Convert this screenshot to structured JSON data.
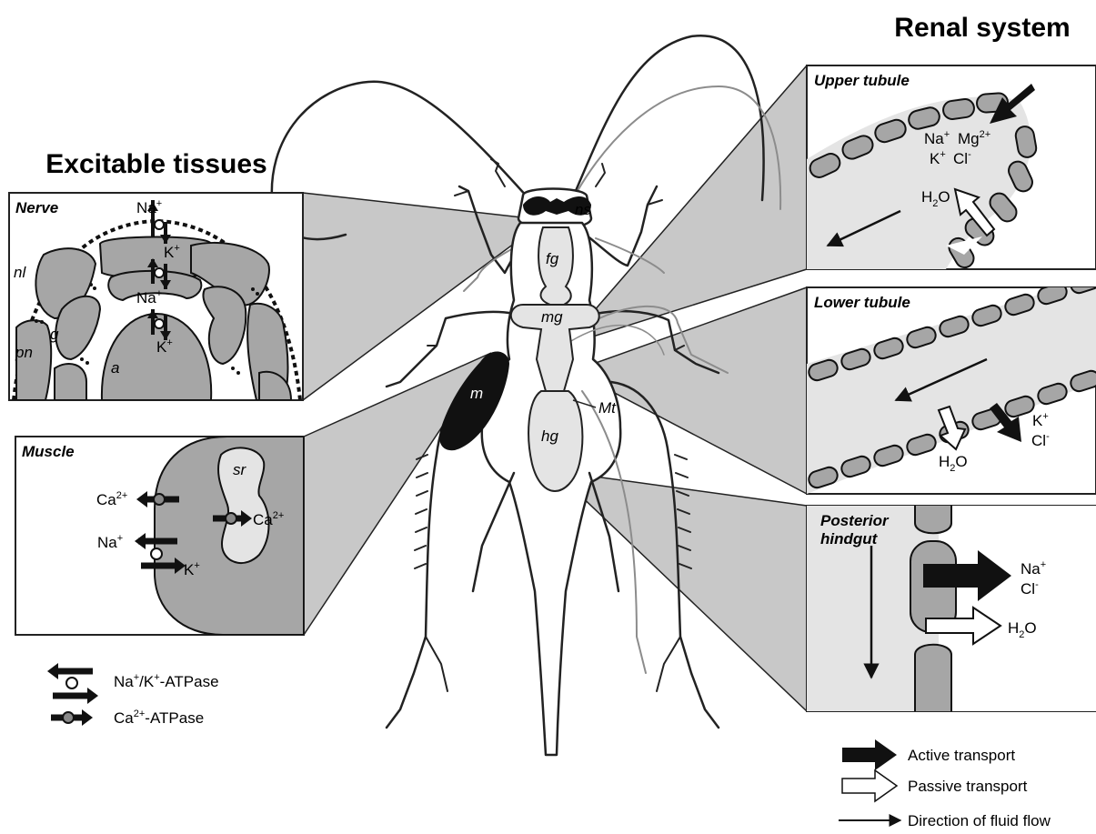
{
  "titles": {
    "excitable": "Excitable tissues",
    "renal": "Renal system"
  },
  "panels": {
    "nerve": {
      "title": "Nerve",
      "labels": {
        "nl": "nl",
        "g": "g",
        "pn": "pn",
        "a": "a"
      }
    },
    "muscle": {
      "title": "Muscle",
      "labels": {
        "sr": "sr"
      }
    },
    "upper": {
      "title": "Upper tubule"
    },
    "lower": {
      "title": "Lower tubule"
    },
    "hindgut": {
      "title_line1": "Posterior",
      "title_line2": "hindgut"
    }
  },
  "ions": {
    "na": "Na",
    "k": "K",
    "ca": "Ca",
    "mg": "Mg",
    "cl": "Cl",
    "h2o_h": "H",
    "h2o_o": "O",
    "plus": "+",
    "two_plus": "2+",
    "minus": "-",
    "two": "2"
  },
  "body_labels": {
    "ns": "ns",
    "fg": "fg",
    "mg": "mg",
    "m": "m",
    "hg": "hg",
    "mt": "Mt"
  },
  "legend_left": {
    "na_k_atpase_a": "Na",
    "na_k_atpase_b": "/K",
    "na_k_atpase_c": "-ATPase",
    "ca_atpase_a": "Ca",
    "ca_atpase_b": "-ATPase"
  },
  "legend_right": {
    "active": "Active transport",
    "passive": "Passive transport",
    "flow": "Direction of fluid flow"
  },
  "colors": {
    "panel_fill": "#e4e4e4",
    "cell_fill": "#a6a6a6",
    "muscle_fill": "#a6a6a6",
    "dark": "#111111",
    "cone": "#c8c8c8",
    "cricket_line": "#222222",
    "faint_line": "#8c8c8c"
  }
}
